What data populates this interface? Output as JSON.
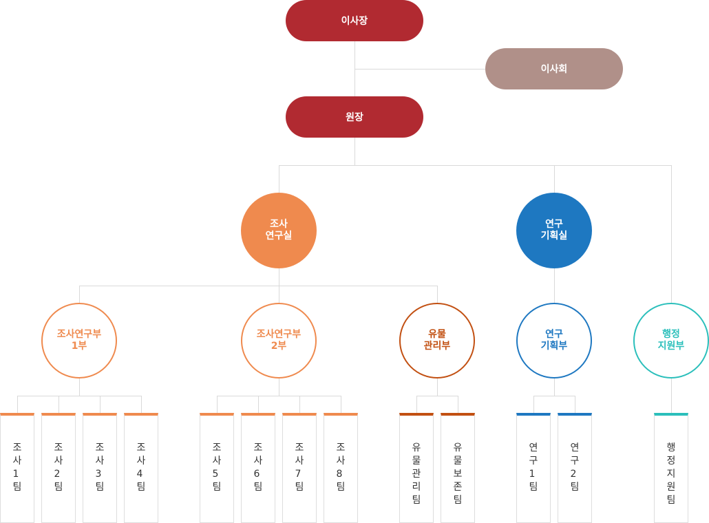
{
  "colors": {
    "chairman": "#b12a31",
    "board": "#b09089",
    "director": "#b12a31",
    "survey_office": "#ef8a4e",
    "planning_office": "#1e78c1",
    "relic": "#c25012",
    "admin": "#2bbfbb",
    "connector": "#d9d9d9"
  },
  "chairman": {
    "label": "이사장"
  },
  "board": {
    "label": "이사회"
  },
  "director": {
    "label": "원장"
  },
  "offices": [
    {
      "lines": [
        "조사",
        "연구실"
      ]
    },
    {
      "lines": [
        "연구",
        "기획실"
      ]
    }
  ],
  "departments": [
    {
      "lines": [
        "조사연구부",
        "1부"
      ]
    },
    {
      "lines": [
        "조사연구부",
        "2부"
      ]
    },
    {
      "lines": [
        "유물",
        "관리부"
      ]
    },
    {
      "lines": [
        "연구",
        "기획부"
      ]
    },
    {
      "lines": [
        "행정",
        "지원부"
      ]
    }
  ],
  "teams": [
    {
      "name": "조사1팀"
    },
    {
      "name": "조사2팀"
    },
    {
      "name": "조사3팀"
    },
    {
      "name": "조사4팀"
    },
    {
      "name": "조사5팀"
    },
    {
      "name": "조사6팀"
    },
    {
      "name": "조사7팀"
    },
    {
      "name": "조사8팀"
    },
    {
      "name": "유물관리팀"
    },
    {
      "name": "유물보존팀"
    },
    {
      "name": "연구1팀"
    },
    {
      "name": "연구2팀"
    },
    {
      "name": "행정지원팀"
    }
  ]
}
